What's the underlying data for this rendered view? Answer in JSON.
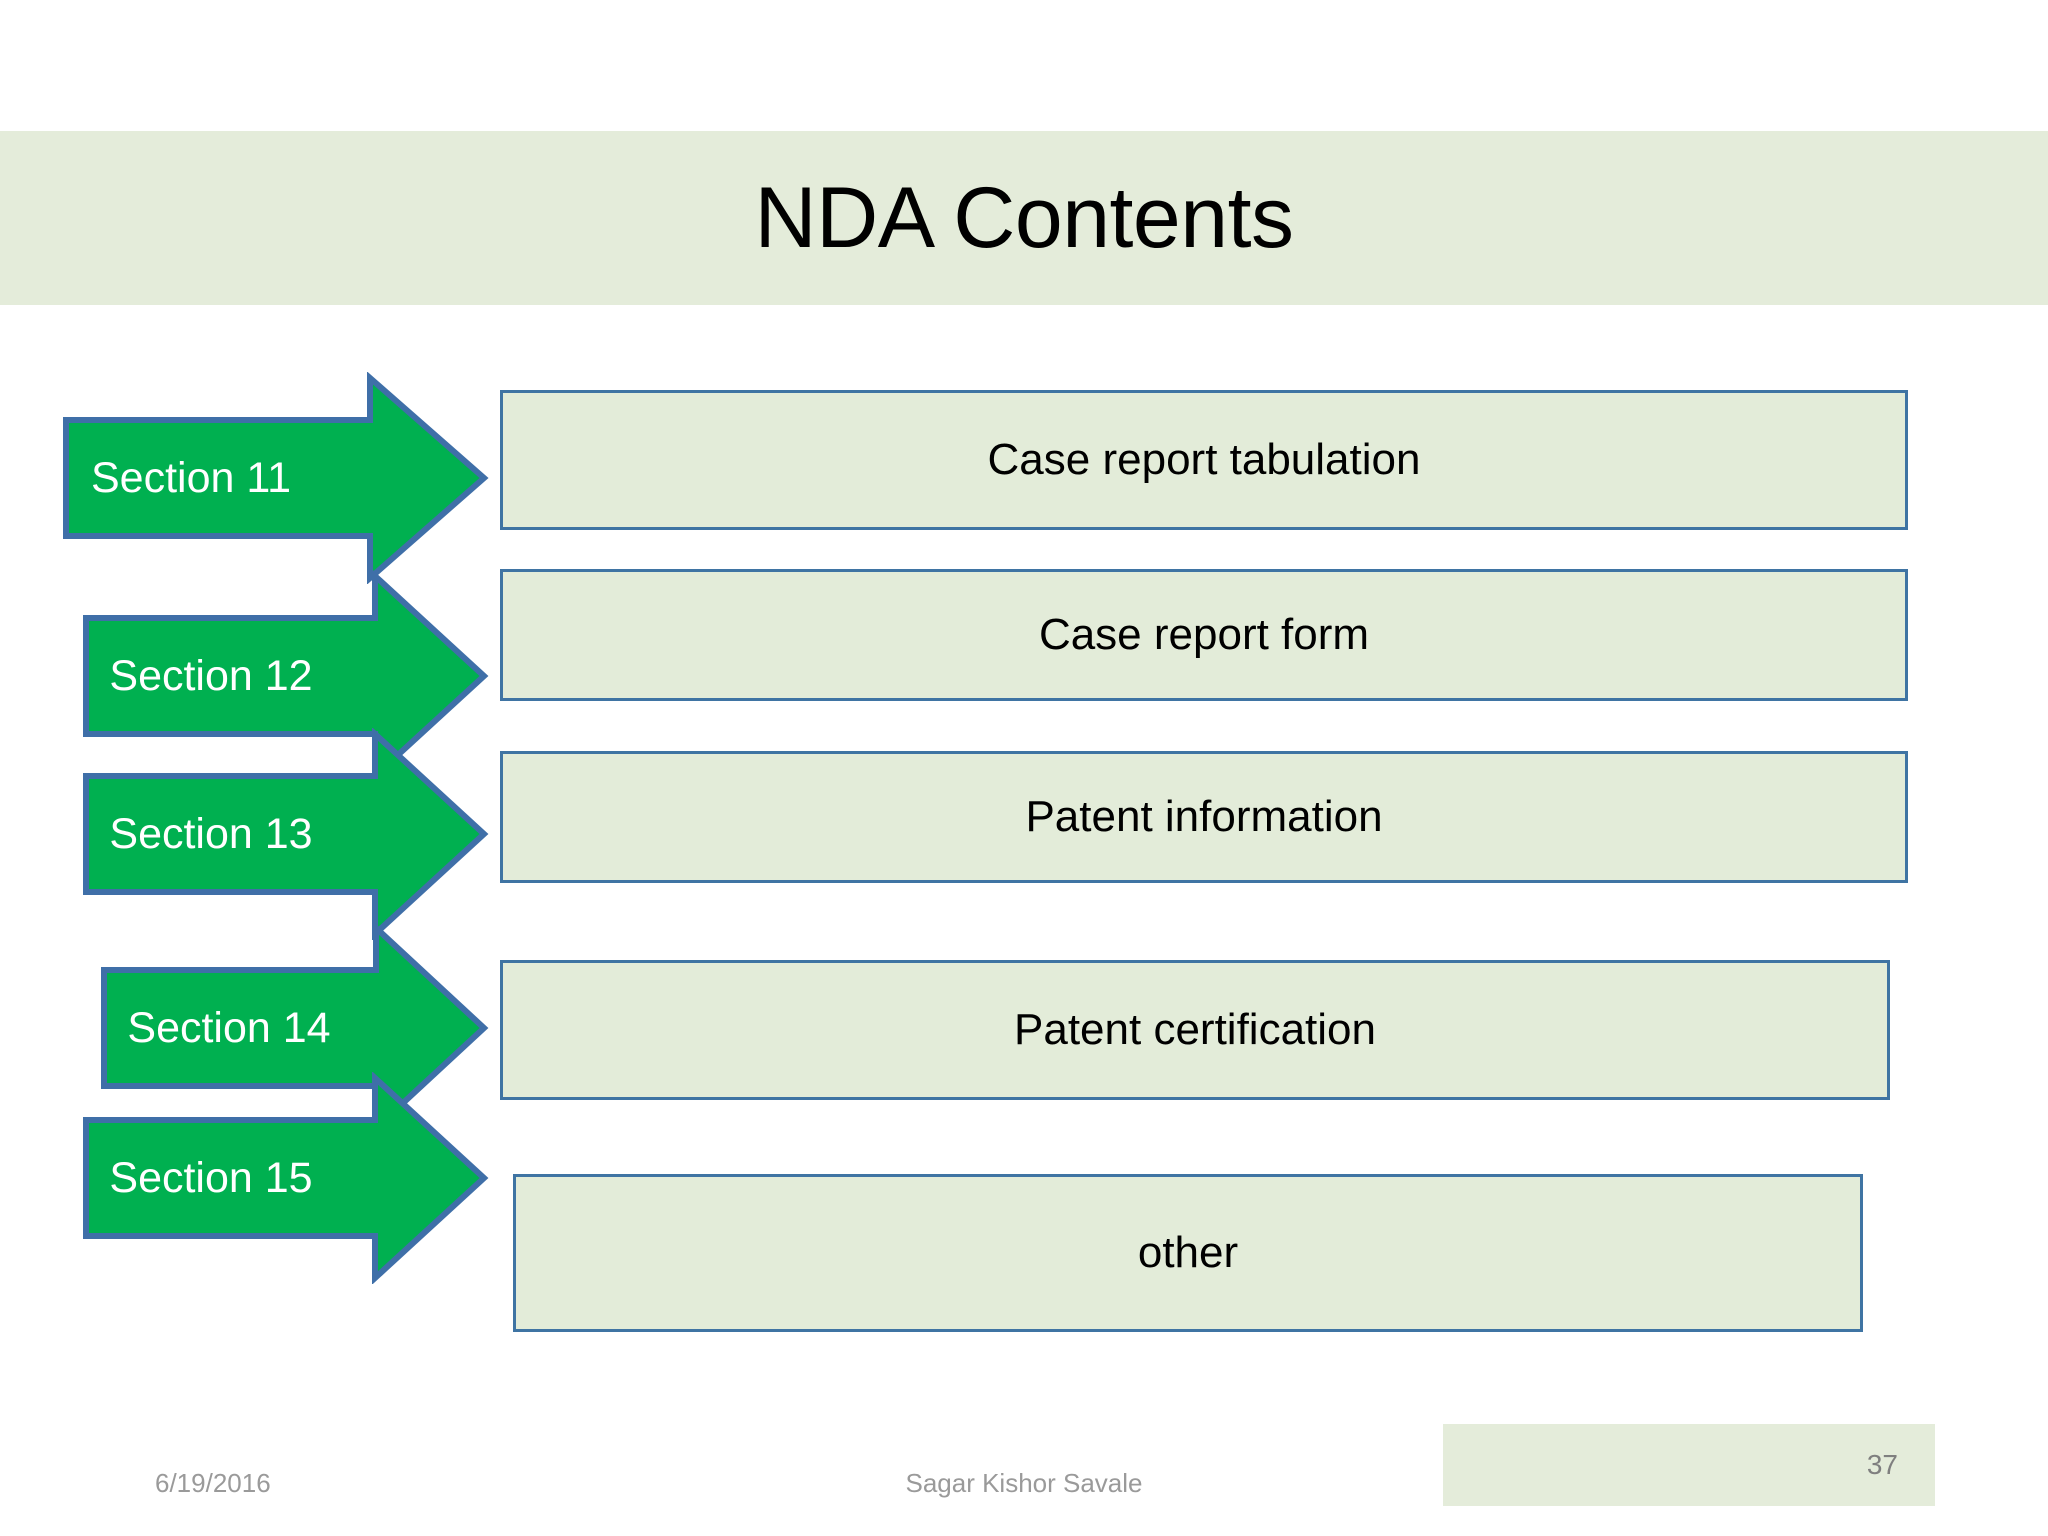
{
  "slide": {
    "title": "NDA Contents",
    "title_band_color": "#e4ecda",
    "background": "#ffffff"
  },
  "theme": {
    "arrow_fill": "#00b050",
    "arrow_stroke": "#3f6fa8",
    "arrow_text_color": "#ffffff",
    "box_fill": "#e3ecd9",
    "box_stroke": "#3f74a3",
    "box_text_color": "#000000",
    "footer_text_color": "#9a9a9a"
  },
  "rows": [
    {
      "arrow_label": "Section 11",
      "box_label": "Case report tabulation"
    },
    {
      "arrow_label": "Section 12",
      "box_label": "Case report form"
    },
    {
      "arrow_label": "Section 13",
      "box_label": "Patent information"
    },
    {
      "arrow_label": "Section 14",
      "box_label": "Patent certification"
    },
    {
      "arrow_label": "Section 15",
      "box_label": "other"
    }
  ],
  "footer": {
    "date": "6/19/2016",
    "author": "Sagar Kishor Savale",
    "page_number": "37"
  }
}
